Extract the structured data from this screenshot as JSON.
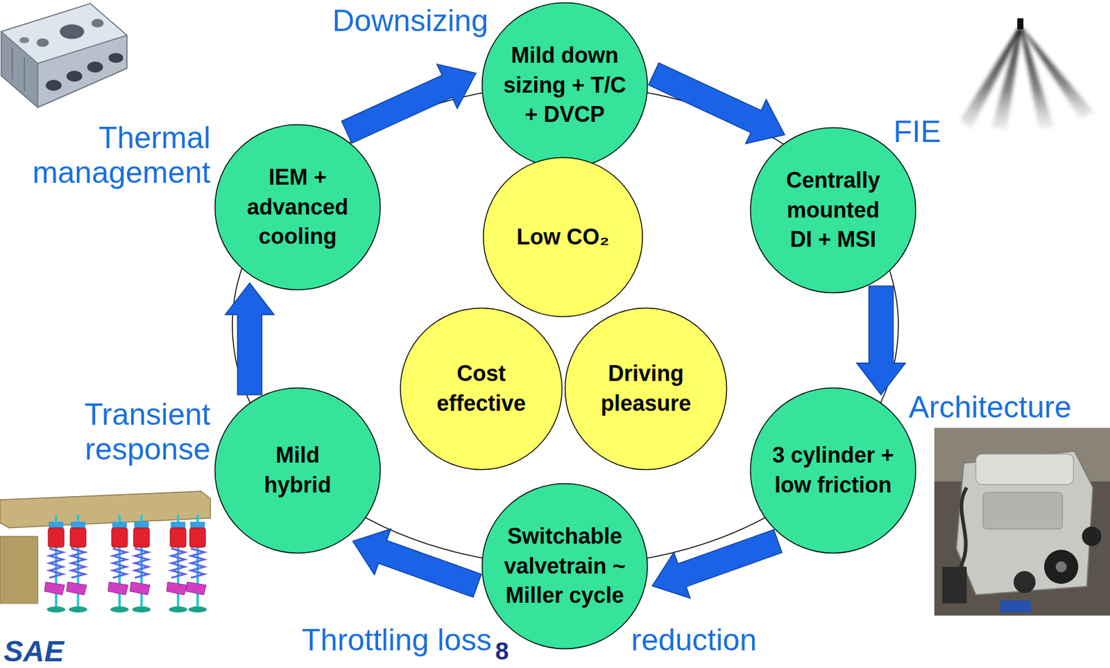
{
  "diagram": {
    "nodes": [
      {
        "text": [
          "Mild down sizing + T/C + DVCP"
        ]
      },
      {
        "text": [
          "Centrally mounted DI + MSI"
        ]
      },
      {
        "text": [
          "3 cylinder + low friction"
        ]
      },
      {
        "text": [
          "Switchable valvetrain ~ Miller cycle"
        ]
      },
      {
        "text": [
          "Mild hybrid"
        ]
      },
      {
        "text": [
          "IEM + advanced cooling"
        ]
      },
      {
        "text": [
          "Low CO₂"
        ]
      },
      {
        "text": [
          "Cost effective"
        ]
      },
      {
        "text": [
          "Driving pleasure"
        ]
      }
    ],
    "edges": [
      {
        "from": 0,
        "to": 1,
        "arrow": "to"
      },
      {
        "from": 1,
        "to": 2,
        "arrow": "to"
      },
      {
        "from": 2,
        "to": 3,
        "arrow": "to"
      },
      {
        "from": 3,
        "to": 4,
        "arrow": "to"
      },
      {
        "from": 4,
        "to": 5,
        "arrow": "to"
      },
      {
        "from": 5,
        "to": 0,
        "arrow": "to"
      }
    ],
    "labels": [
      "Downsizing",
      "FIE",
      "Architecture",
      "reduction",
      "Throttling loss",
      "8",
      "Transient response",
      "Thermal management",
      "SAE"
    ]
  }
}
